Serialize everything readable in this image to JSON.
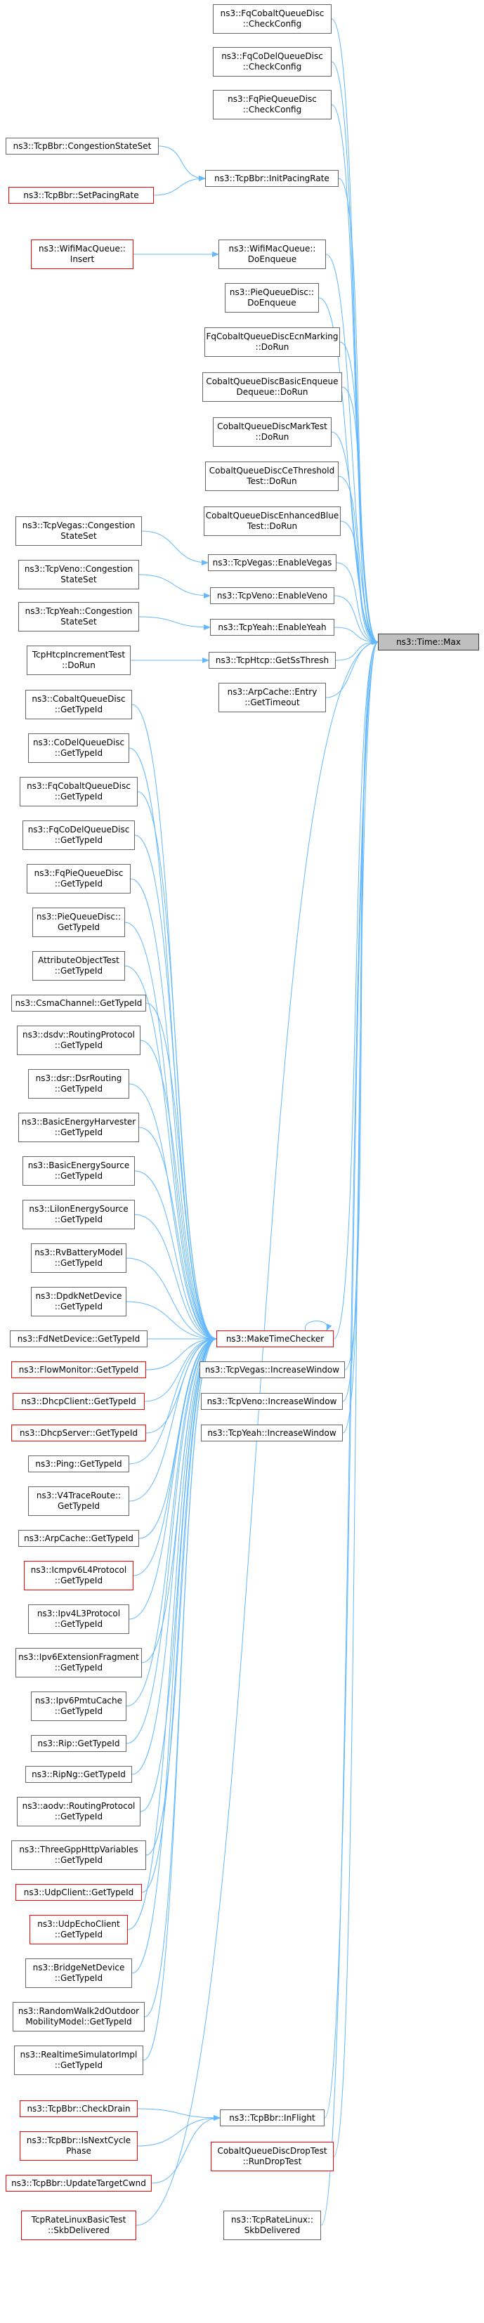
{
  "colors": {
    "edge": "#63b8ff",
    "box_border": "#666666",
    "red_border": "#ff0000",
    "target_fill": "#bfbfbf"
  },
  "nodes": {
    "fqcobalt_checkconfig": {
      "label": "ns3::FqCobaltQueueDisc\n::CheckConfig"
    },
    "fqcodel_checkconfig": {
      "label": "ns3::FqCoDelQueueDisc\n::CheckConfig"
    },
    "fqpie_checkconfig": {
      "label": "ns3::FqPieQueueDisc\n::CheckConfig"
    },
    "tcpbbr_congestionstateset": {
      "label": "ns3::TcpBbr::CongestionStateSet"
    },
    "tcpbbr_initpacingrate": {
      "label": "ns3::TcpBbr::InitPacingRate"
    },
    "tcpbbr_setpacingrate": {
      "label": "ns3::TcpBbr::SetPacingRate"
    },
    "wifimacqueue_insert": {
      "label": "ns3::WifiMacQueue::\nInsert"
    },
    "wifimacqueue_doenqueue": {
      "label": "ns3::WifiMacQueue::\nDoEnqueue"
    },
    "piequeuedisc_doenqueue": {
      "label": "ns3::PieQueueDisc::\nDoEnqueue"
    },
    "fqcobalt_ecnmarking": {
      "label": "FqCobaltQueueDiscEcnMarking\n::DoRun"
    },
    "cobalt_basicenqueue": {
      "label": "CobaltQueueDiscBasicEnqueue\nDequeue::DoRun"
    },
    "cobalt_marktest": {
      "label": "CobaltQueueDiscMarkTest\n::DoRun"
    },
    "cobalt_cethreshold": {
      "label": "CobaltQueueDiscCeThreshold\nTest::DoRun"
    },
    "cobalt_enhancedblue": {
      "label": "CobaltQueueDiscEnhancedBlue\nTest::DoRun"
    },
    "tcpvegas_congestionstateset": {
      "label": "ns3::TcpVegas::Congestion\nStateSet"
    },
    "tcpvegas_enablevegas": {
      "label": "ns3::TcpVegas::EnableVegas"
    },
    "tcpveno_congestionstateset": {
      "label": "ns3::TcpVeno::Congestion\nStateSet"
    },
    "tcpveno_enableveno": {
      "label": "ns3::TcpVeno::EnableVeno"
    },
    "tcpyeah_congestionstateset": {
      "label": "ns3::TcpYeah::Congestion\nStateSet"
    },
    "tcpyeah_enableyeah": {
      "label": "ns3::TcpYeah::EnableYeah"
    },
    "time_max": {
      "label": "ns3::Time::Max"
    },
    "tcphtcp_increment_test": {
      "label": "TcpHtcpIncrementTest\n::DoRun"
    },
    "tcphtcp_getssthresh": {
      "label": "ns3::TcpHtcp::GetSsThresh"
    },
    "arpcache_entry_gettimeout": {
      "label": "ns3::ArpCache::Entry\n::GetTimeout"
    },
    "cobalt_gettypeid": {
      "label": "ns3::CobaltQueueDisc\n::GetTypeId"
    },
    "codel_gettypeid": {
      "label": "ns3::CoDelQueueDisc\n::GetTypeId"
    },
    "fqcobalt_gettypeid": {
      "label": "ns3::FqCobaltQueueDisc\n::GetTypeId"
    },
    "fqcodel_gettypeid": {
      "label": "ns3::FqCoDelQueueDisc\n::GetTypeId"
    },
    "fqpie_gettypeid": {
      "label": "ns3::FqPieQueueDisc\n::GetTypeId"
    },
    "pie_gettypeid": {
      "label": "ns3::PieQueueDisc::\nGetTypeId"
    },
    "attributeobjecttest_gettypeid": {
      "label": "AttributeObjectTest\n::GetTypeId"
    },
    "csmachannel_gettypeid": {
      "label": "ns3::CsmaChannel::GetTypeId"
    },
    "dsdv_gettypeid": {
      "label": "ns3::dsdv::RoutingProtocol\n::GetTypeId"
    },
    "dsr_gettypeid": {
      "label": "ns3::dsr::DsrRouting\n::GetTypeId"
    },
    "basicenergyharvester_gettypeid": {
      "label": "ns3::BasicEnergyHarvester\n::GetTypeId"
    },
    "basicenergysource_gettypeid": {
      "label": "ns3::BasicEnergySource\n::GetTypeId"
    },
    "liionenergysource_gettypeid": {
      "label": "ns3::LiIonEnergySource\n::GetTypeId"
    },
    "rvbatterymodel_gettypeid": {
      "label": "ns3::RvBatteryModel\n::GetTypeId"
    },
    "dpdknetdevice_gettypeid": {
      "label": "ns3::DpdkNetDevice\n::GetTypeId"
    },
    "fdnetdevice_gettypeid": {
      "label": "ns3::FdNetDevice::GetTypeId"
    },
    "maketimechecker": {
      "label": "ns3::MakeTimeChecker"
    },
    "tcpvegas_increasewindow": {
      "label": "ns3::TcpVegas::IncreaseWindow"
    },
    "flowmonitor_gettypeid": {
      "label": "ns3::FlowMonitor::GetTypeId"
    },
    "tcpveno_increasewindow": {
      "label": "ns3::TcpVeno::IncreaseWindow"
    },
    "dhcpclient_gettypeid": {
      "label": "ns3::DhcpClient::GetTypeId"
    },
    "tcpyeah_increasewindow": {
      "label": "ns3::TcpYeah::IncreaseWindow"
    },
    "dhcpserver_gettypeid": {
      "label": "ns3::DhcpServer::GetTypeId"
    },
    "ping_gettypeid": {
      "label": "ns3::Ping::GetTypeId"
    },
    "v4traceroute_gettypeid": {
      "label": "ns3::V4TraceRoute::\nGetTypeId"
    },
    "arpcache_gettypeid": {
      "label": "ns3::ArpCache::GetTypeId"
    },
    "icmpv6l4protocol_gettypeid": {
      "label": "ns3::Icmpv6L4Protocol\n::GetTypeId"
    },
    "ipv4l3protocol_gettypeid": {
      "label": "ns3::Ipv4L3Protocol\n::GetTypeId"
    },
    "ipv6extensionfragment_gettypeid": {
      "label": "ns3::Ipv6ExtensionFragment\n::GetTypeId"
    },
    "ipv6pmtucache_gettypeid": {
      "label": "ns3::Ipv6PmtuCache\n::GetTypeId"
    },
    "rip_gettypeid": {
      "label": "ns3::Rip::GetTypeId"
    },
    "ripng_gettypeid": {
      "label": "ns3::RipNg::GetTypeId"
    },
    "aodv_gettypeid": {
      "label": "ns3::aodv::RoutingProtocol\n::GetTypeId"
    },
    "threegpphttpvariables_gettypeid": {
      "label": "ns3::ThreeGppHttpVariables\n::GetTypeId"
    },
    "udpclient_gettypeid": {
      "label": "ns3::UdpClient::GetTypeId"
    },
    "udpechoclient_gettypeid": {
      "label": "ns3::UdpEchoClient\n::GetTypeId"
    },
    "bridgenetdevice_gettypeid": {
      "label": "ns3::BridgeNetDevice\n::GetTypeId"
    },
    "randomwalk2d_gettypeid": {
      "label": "ns3::RandomWalk2dOutdoor\nMobilityModel::GetTypeId"
    },
    "realtimesimulatorimpl_gettypeid": {
      "label": "ns3::RealtimeSimulatorImpl\n::GetTypeId"
    },
    "tcpbbr_checkdrain": {
      "label": "ns3::TcpBbr::CheckDrain"
    },
    "tcpbbr_inflight": {
      "label": "ns3::TcpBbr::InFlight"
    },
    "tcpbbr_isnextcyclephase": {
      "label": "ns3::TcpBbr::IsNextCycle\nPhase"
    },
    "cobalt_droptest": {
      "label": "CobaltQueueDiscDropTest\n::RunDropTest"
    },
    "tcpbbr_updatetargetcwnd": {
      "label": "ns3::TcpBbr::UpdateTargetCwnd"
    },
    "tcpratelinuxbasictest_skbdelivered": {
      "label": "TcpRateLinuxBasicTest\n::SkbDelivered"
    },
    "tcpratelinux_skbdelivered": {
      "label": "ns3::TcpRateLinux::\nSkbDelivered"
    }
  }
}
